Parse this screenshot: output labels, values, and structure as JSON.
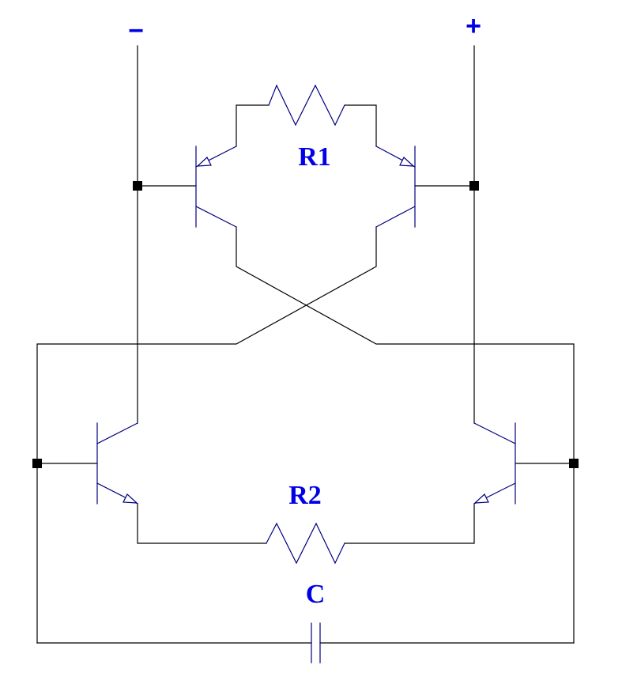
{
  "diagram": {
    "terminals": {
      "negative": "−",
      "positive": "+"
    },
    "components": {
      "r1": "R1",
      "r2": "R2",
      "c": "C"
    },
    "colors": {
      "wire": "#000000",
      "device": "#000080",
      "label": "#0000e6",
      "junction": "#000000",
      "background": "#ffffff"
    }
  }
}
